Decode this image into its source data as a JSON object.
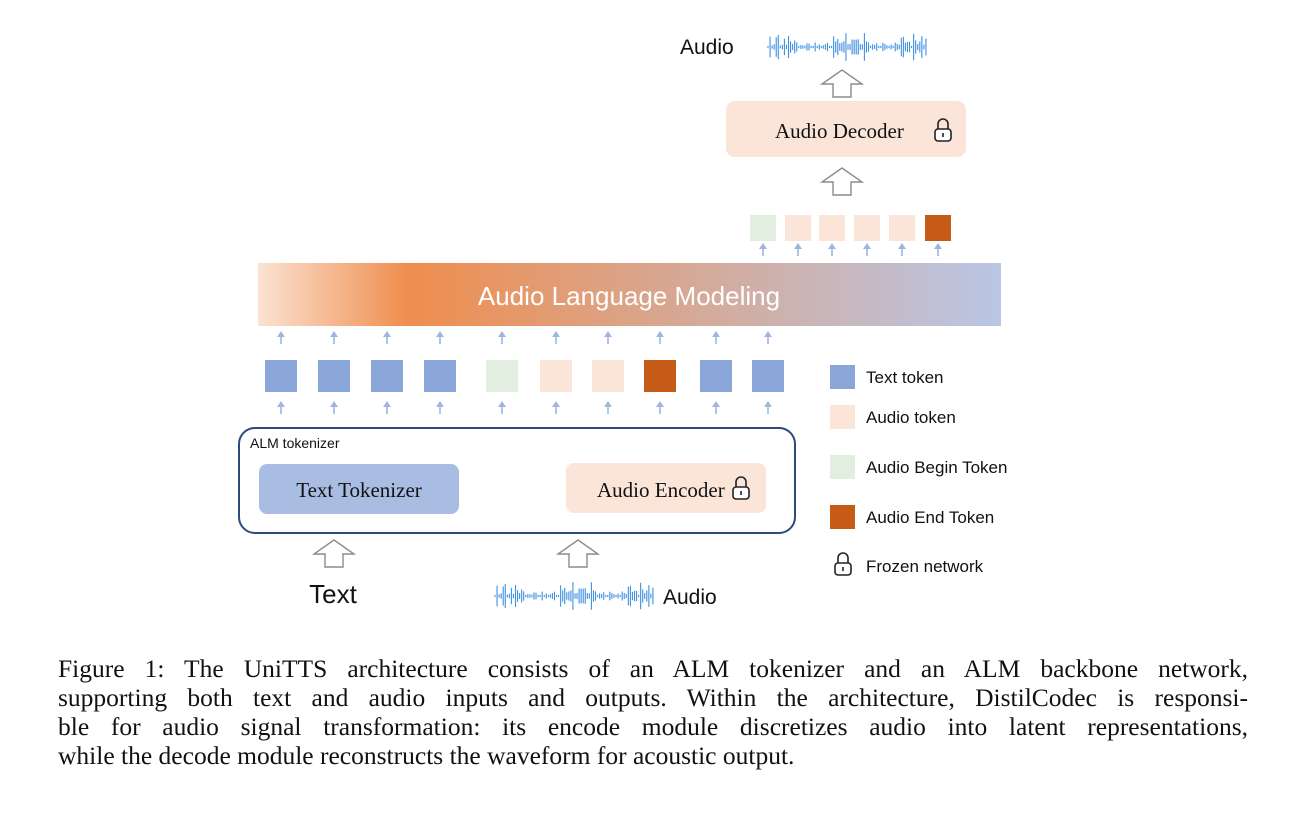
{
  "colors": {
    "text_token": "#8aa6d8",
    "audio_token": "#fbe4d8",
    "audio_begin_token": "#e2efe0",
    "audio_end_token": "#c65b17",
    "audio_lm_gradient_start": "#fbe2d2",
    "audio_lm_gradient_mid": "#ef8e4e",
    "audio_lm_gradient_end": "#b9c6e6",
    "tokenizer_border": "#2c4b7c",
    "text_tokenizer_fill": "#a9bde3",
    "audio_module_fill": "#fbe4d8",
    "arrow_small": "#9fb6df",
    "arrow_outline": "#8c8c8c",
    "waveform": "#3f8fe2"
  },
  "diagram": {
    "output_audio_label": "Audio",
    "audio_decoder_label": "Audio Decoder",
    "output_tokens": [
      "audio_begin_token",
      "audio_token",
      "audio_token",
      "audio_token",
      "audio_token",
      "audio_end_token"
    ],
    "audio_lm_label": "Audio Language Modeling",
    "input_tokens": [
      "text_token",
      "text_token",
      "text_token",
      "text_token",
      "audio_begin_token",
      "audio_token",
      "audio_token",
      "audio_end_token",
      "text_token",
      "text_token"
    ],
    "tokenizer_box_label": "ALM tokenizer",
    "text_tokenizer_label": "Text Tokenizer",
    "audio_encoder_label": "Audio Encoder",
    "input_text_label": "Text",
    "input_audio_label": "Audio",
    "icons": [
      "lock-icon",
      "waveform-icon",
      "hollow-up-arrow-icon",
      "small-up-arrow-icon"
    ]
  },
  "legend": [
    {
      "key": "text_token",
      "label": "Text token"
    },
    {
      "key": "audio_token",
      "label": "Audio token"
    },
    {
      "key": "audio_begin_token",
      "label": "Audio Begin Token"
    },
    {
      "key": "audio_end_token",
      "label": "Audio End Token"
    },
    {
      "key": "lock",
      "label": "Frozen network"
    }
  ],
  "caption": {
    "lines": [
      "Figure 1: The UniTTS architecture consists of an ALM tokenizer and an ALM backbone network,",
      "supporting both text and audio inputs and outputs. Within the architecture, DistilCodec is responsi-",
      "ble for audio signal transformation: its encode module discretizes audio into latent representations,",
      "while the decode module reconstructs the waveform for acoustic output."
    ]
  }
}
